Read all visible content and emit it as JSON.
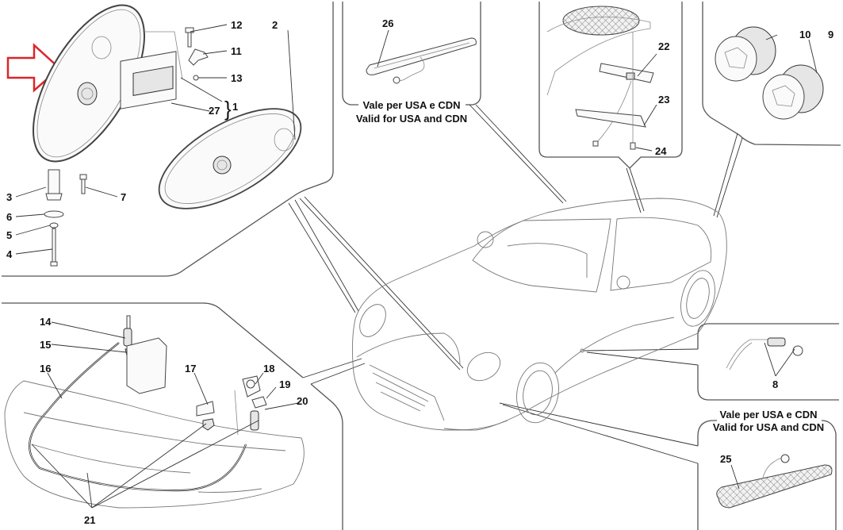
{
  "diagram": {
    "title_hidden": "Headlights and lighting parts exploded view",
    "accent_arrow_color": "#d9262b",
    "notes": {
      "usa_cdn_top": {
        "line1": "Vale per USA e CDN",
        "line2": "Valid for USA and CDN"
      },
      "usa_cdn_bottom": {
        "line1": "Vale per USA e CDN",
        "line2": "Valid for USA and CDN"
      }
    },
    "callouts": {
      "c1": "1",
      "c2": "2",
      "c3": "3",
      "c4": "4",
      "c5": "5",
      "c6": "6",
      "c7": "7",
      "c8": "8",
      "c9": "9",
      "c10": "10",
      "c11": "11",
      "c12": "12",
      "c13": "13",
      "c14": "14",
      "c15": "15",
      "c16": "16",
      "c17": "17",
      "c18": "18",
      "c19": "19",
      "c20": "20",
      "c21": "21",
      "c22": "22",
      "c23": "23",
      "c24": "24",
      "c25": "25",
      "c26": "26",
      "c27": "27"
    },
    "groups": [
      {
        "id": "headlight-assembly",
        "callouts": [
          "1",
          "2",
          "3",
          "4",
          "5",
          "6",
          "7",
          "11",
          "12",
          "13",
          "27"
        ]
      },
      {
        "id": "third-brake-light-usa",
        "callouts": [
          "26"
        ]
      },
      {
        "id": "high-stop-light",
        "callouts": [
          "22",
          "23",
          "24"
        ]
      },
      {
        "id": "rear-lamps",
        "callouts": [
          "9",
          "10"
        ]
      },
      {
        "id": "headlight-washer",
        "callouts": [
          "14",
          "15",
          "16",
          "17",
          "18",
          "19",
          "20",
          "21"
        ]
      },
      {
        "id": "side-repeater",
        "callouts": [
          "8"
        ]
      },
      {
        "id": "side-marker-usa",
        "callouts": [
          "25"
        ]
      }
    ]
  }
}
